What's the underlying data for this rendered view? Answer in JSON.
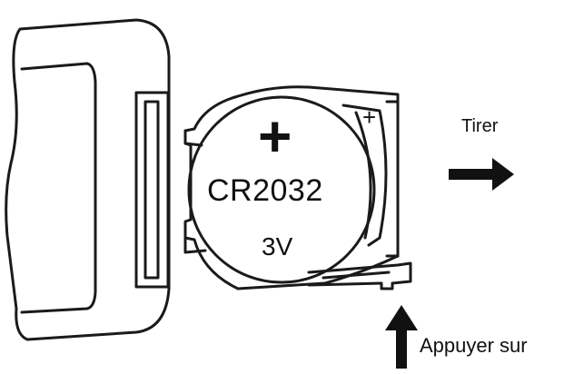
{
  "labels": {
    "pull": "Tirer",
    "press": "Appuyer sur"
  },
  "battery": {
    "model": "CR2032",
    "voltage": "3V",
    "polarity": "+"
  },
  "holder": {
    "polarity": "+"
  },
  "colors": {
    "line": "#1a1a1a",
    "background": "#ffffff"
  }
}
